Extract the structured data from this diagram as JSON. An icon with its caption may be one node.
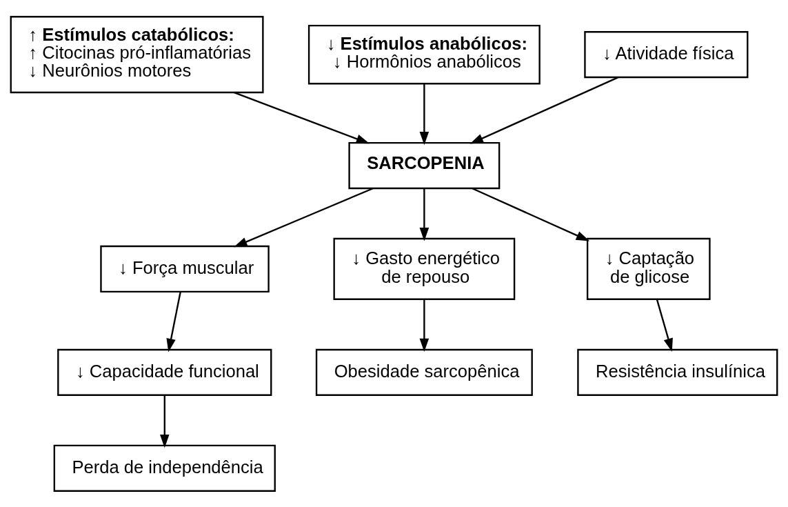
{
  "diagram": {
    "nodes": [
      {
        "text": [
          "↑ Estímulos catabólicos:",
          "↑ Citocinas pró-inflamatórias",
          "↓ Neurônios motores"
        ]
      },
      {
        "text": [
          "↓ Estímulos anabólicos:",
          "↓ Hormônios anabólicos"
        ]
      },
      {
        "text": [
          "↓ Atividade física"
        ]
      },
      {
        "text": [
          "SARCOPENIA"
        ]
      },
      {
        "text": [
          "↓ Força muscular"
        ]
      },
      {
        "text": [
          "↓ Gasto energético de repouso"
        ]
      },
      {
        "text": [
          "↓ Captação de glicose"
        ]
      },
      {
        "text": [
          "↓ Capacidade funcional"
        ]
      },
      {
        "text": [
          "Perda de independência"
        ]
      },
      {
        "text": [
          "Obesidade sarcopênica"
        ]
      },
      {
        "text": [
          "Resistência insulínica"
        ]
      }
    ],
    "edges": [
      {
        "from": 0,
        "to": 3,
        "arrow": "to"
      },
      {
        "from": 1,
        "to": 3,
        "arrow": "to"
      },
      {
        "from": 2,
        "to": 3,
        "arrow": "to"
      },
      {
        "from": 3,
        "to": 4,
        "arrow": "to"
      },
      {
        "from": 3,
        "to": 5,
        "arrow": "to"
      },
      {
        "from": 3,
        "to": 6,
        "arrow": "to"
      },
      {
        "from": 4,
        "to": 7,
        "arrow": "to"
      },
      {
        "from": 7,
        "to": 8,
        "arrow": "to"
      },
      {
        "from": 5,
        "to": 9,
        "arrow": "to"
      },
      {
        "from": 6,
        "to": 10,
        "arrow": "to"
      }
    ]
  }
}
